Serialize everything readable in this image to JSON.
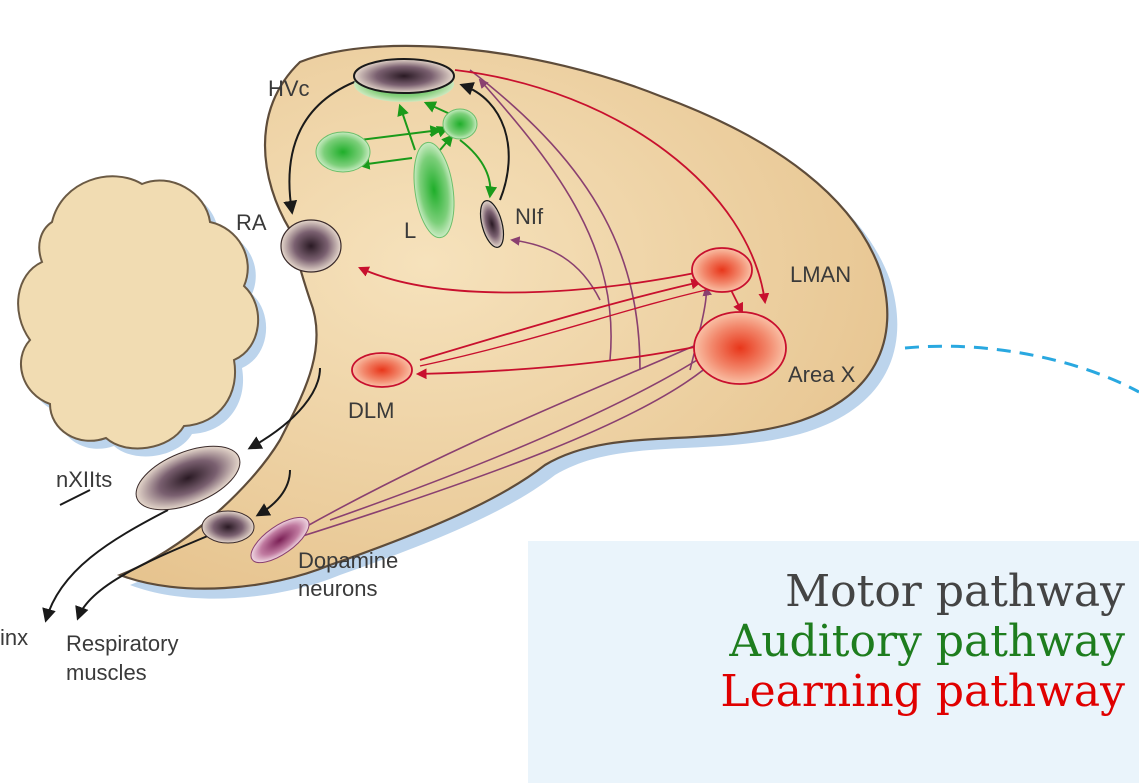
{
  "labels": {
    "hvc": "HVc",
    "ra": "RA",
    "l": "L",
    "nif": "NIf",
    "lman": "LMAN",
    "area_x": "Area X",
    "dlm": "DLM",
    "nxiits": "nXIIts",
    "dopamine_line1": "Dopamine",
    "dopamine_line2": "neurons",
    "syrinx_partial": "inx",
    "respiratory_line1": "Respiratory",
    "respiratory_line2": "muscles"
  },
  "legend": {
    "motor": "Motor pathway",
    "auditory": "Auditory pathway",
    "learning": "Learning pathway"
  },
  "colors": {
    "motor": "#444444",
    "auditory": "#1e7d1e",
    "learning": "#e00000",
    "brain_fill": "#edcf9c",
    "connector": "#29a8e0",
    "legend_bg": "#eaf4fb"
  }
}
